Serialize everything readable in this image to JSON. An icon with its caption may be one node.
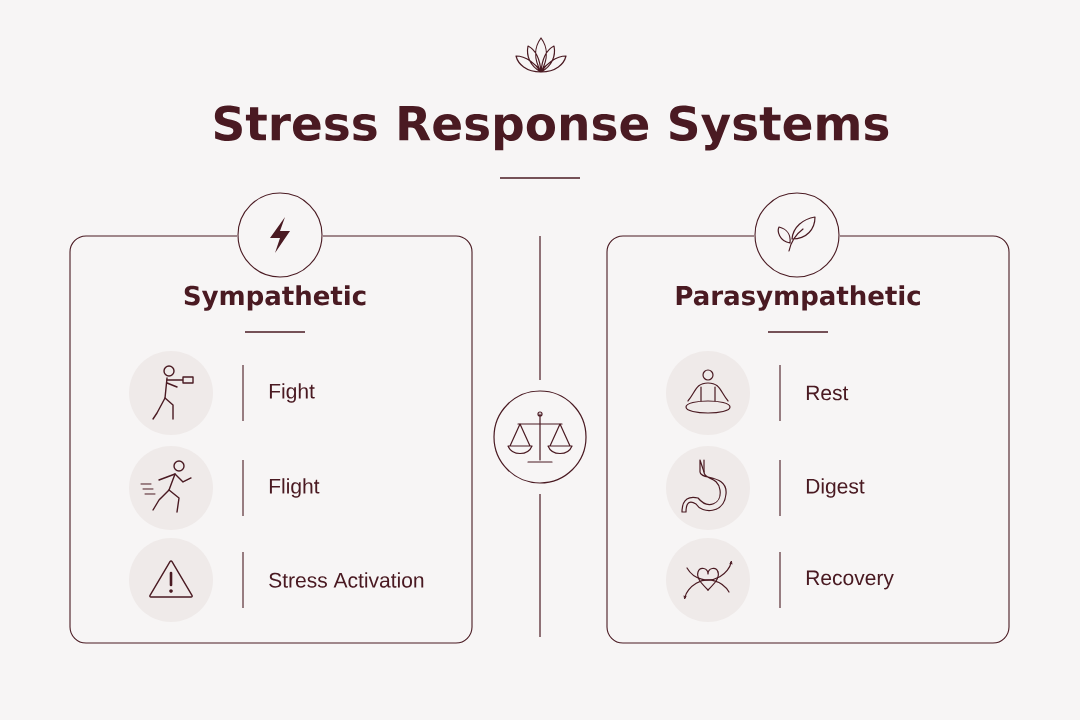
{
  "diagram": {
    "title": "Stress Response Systems",
    "nodes": [
      {
        "text": [
          "Sympathetic"
        ]
      },
      {
        "text": [
          "Fight"
        ],
        "in": 0
      },
      {
        "text": [
          "Flight"
        ],
        "in": 0
      },
      {
        "text": [
          "Stress Activation"
        ],
        "in": 0
      },
      {
        "text": [
          "Parasympathetic"
        ]
      },
      {
        "text": [
          "Rest"
        ],
        "in": 4
      },
      {
        "text": [
          "Digest"
        ],
        "in": 4
      },
      {
        "text": [
          "Recovery"
        ],
        "in": 4
      }
    ]
  }
}
